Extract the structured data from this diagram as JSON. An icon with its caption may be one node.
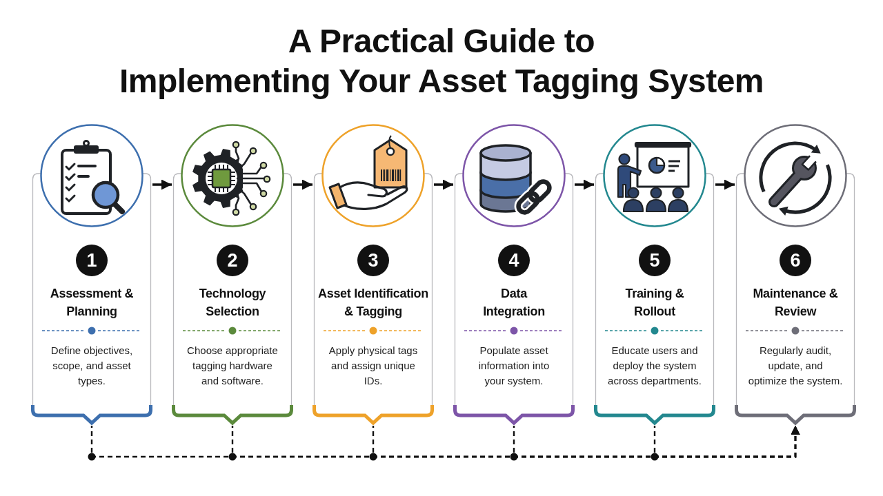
{
  "diagram": {
    "title": "A Practical Guide to Implementing Your Asset Tagging System",
    "nodes": [
      {
        "text": [
          "1",
          "Assessment & Planning",
          "Define objectives, scope, and asset types."
        ]
      },
      {
        "text": [
          "2",
          "Technology Selection",
          "Choose appropriate tagging hardware and software."
        ]
      },
      {
        "text": [
          "3",
          "Asset Identification & Tagging",
          "Apply physical tags and assign unique IDs."
        ]
      },
      {
        "text": [
          "4",
          "Data Integration",
          "Populate asset information into your system."
        ]
      },
      {
        "text": [
          "5",
          "Training & Rollout",
          "Educate users and deploy the system across departments."
        ]
      },
      {
        "text": [
          "6",
          "Maintenance & Review",
          "Regularly audit, update, and optimize the system."
        ]
      }
    ],
    "edges": [
      {
        "from": 0,
        "to": 1,
        "arrow": "to"
      },
      {
        "from": 1,
        "to": 2,
        "arrow": "to"
      },
      {
        "from": 2,
        "to": 3,
        "arrow": "to"
      },
      {
        "from": 3,
        "to": 4,
        "arrow": "to"
      },
      {
        "from": 4,
        "to": 5,
        "arrow": "to"
      },
      {
        "from": 0,
        "to": 5,
        "arrow": "to",
        "style": "dashed"
      },
      {
        "from": 1,
        "to": 5,
        "arrow": "to",
        "style": "dashed"
      },
      {
        "from": 2,
        "to": 5,
        "arrow": "to",
        "style": "dashed"
      },
      {
        "from": 3,
        "to": 5,
        "arrow": "to",
        "style": "dashed"
      },
      {
        "from": 4,
        "to": 5,
        "arrow": "to",
        "style": "dashed"
      }
    ]
  }
}
